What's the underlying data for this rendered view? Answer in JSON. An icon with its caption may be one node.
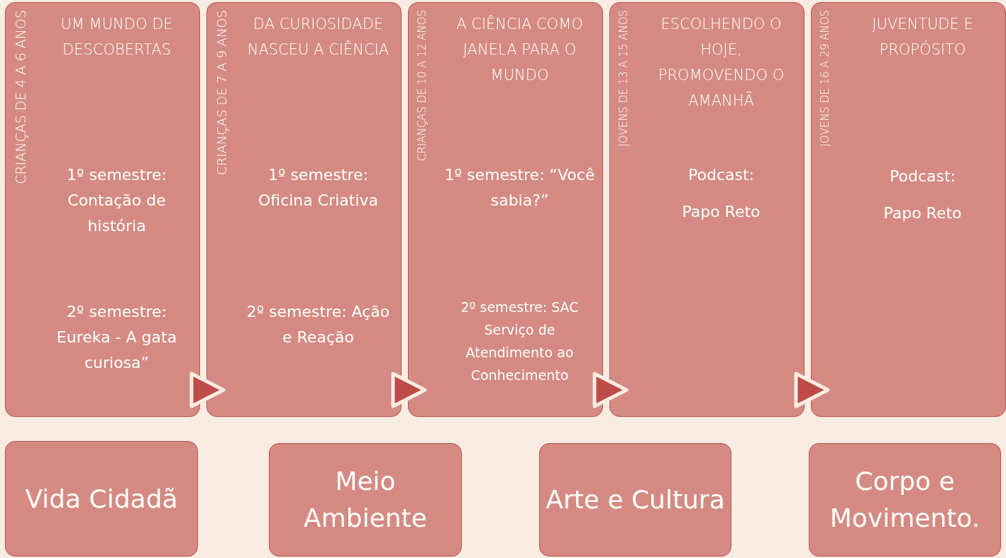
{
  "diagram": {
    "nodes": [
      {
        "text": [
          "CRIANÇAS DE 4 A 6 ANOS",
          "UM MUNDO DE DESCOBERTAS",
          "1º semestre: Contação de história",
          "2º semestre: Eureka - A gata curiosa”"
        ]
      },
      {
        "text": [
          "CRIANÇAS DE 7 A 9 ANOS",
          "DA CURIOSIDADE NASCEU A CIÊNCIA",
          "1º semestre: Oficina Criativa",
          "2º semestre: Ação e Reação"
        ]
      },
      {
        "text": [
          "CRIANÇAS DE 10 A 12 ANOS",
          "A CIÊNCIA COMO JANELA PARA O MUNDO",
          "1º semestre: “Você sabia?”",
          "2º semestre: SAC Serviço de Atendimento ao Conhecimento"
        ]
      },
      {
        "text": [
          "JOVENS DE 13 A 15 ANOS",
          "ESCOLHENDO O HOJE, PROMOVENDO O AMANHÃ",
          "Podcast:",
          "Papo Reto"
        ]
      },
      {
        "text": [
          "JOVENS DE 16 A 29 ANOS",
          "JUVENTUDE E PROPÓSITO",
          "Podcast:",
          "Papo Reto"
        ]
      },
      {
        "text": [
          "Vida Cidadã"
        ]
      },
      {
        "text": [
          "Meio Ambiente"
        ]
      },
      {
        "text": [
          "Arte e Cultura"
        ]
      },
      {
        "text": [
          "Corpo e Movimento."
        ]
      }
    ],
    "edges": [
      {
        "from": 0,
        "to": 1,
        "arrow": "to"
      },
      {
        "from": 1,
        "to": 2,
        "arrow": "to"
      },
      {
        "from": 2,
        "to": 3,
        "arrow": "to"
      },
      {
        "from": 3,
        "to": 4,
        "arrow": "to"
      }
    ]
  }
}
